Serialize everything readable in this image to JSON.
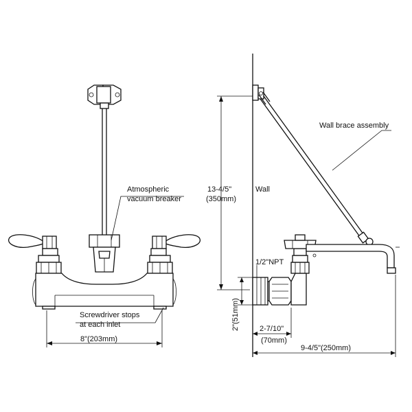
{
  "labels": {
    "vacuum_breaker_line1": "Atmospheric",
    "vacuum_breaker_line2": "vacuum breaker",
    "screwdriver_line1": "Screwdriver stops",
    "screwdriver_line2": "at each inlet",
    "width_8": "8\"(203mm)",
    "wall_brace": "Wall brace assembly",
    "wall": "Wall",
    "height_line1": "13-4/5\"",
    "height_line2": "(350mm)",
    "npt": "1/2\"NPT",
    "dim_2in": "2\"(51mm)",
    "dim_27_line1": "2-7/10\"",
    "dim_27_line2": "(70mm)",
    "dim_94": "9-4/5\"(250mm)"
  },
  "colors": {
    "line": "#111111",
    "background": "#ffffff"
  }
}
